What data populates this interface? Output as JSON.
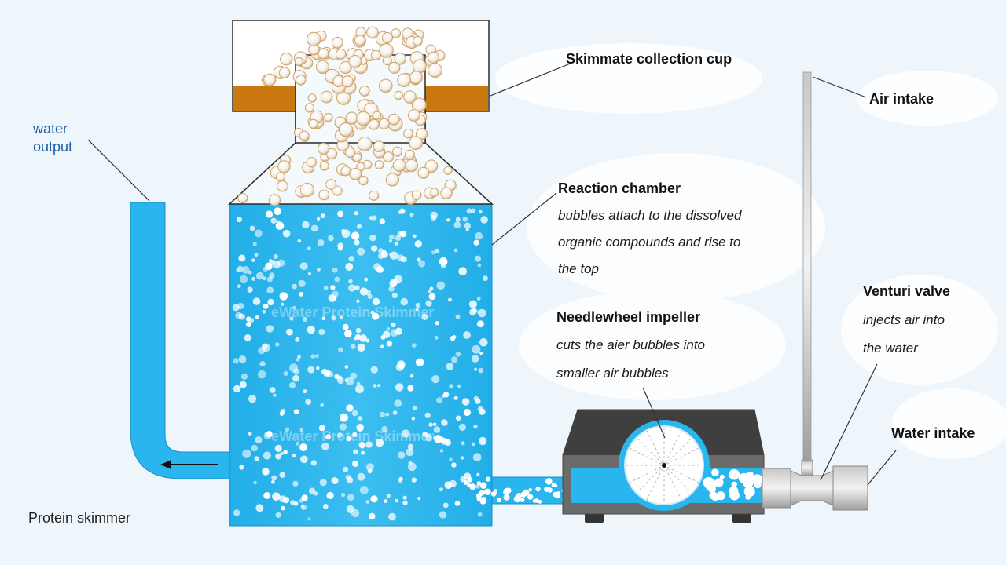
{
  "title": "Protein skimmer",
  "watermark": "eWater Protein Skimmer",
  "colors": {
    "water": "#29b6ee",
    "water_light": "#5cc8f2",
    "skimmate": "#c9790f",
    "pump_body": "#6c6c6c",
    "pump_top": "#3f3f3f",
    "leader": "#333333",
    "blue_text": "#1f5fa8"
  },
  "labels": {
    "water_output": [
      "water",
      "output"
    ],
    "skimmate_cup": "Skimmate collection cup",
    "air_intake": "Air intake",
    "reaction_chamber": {
      "title": "Reaction chamber",
      "desc": [
        "bubbles attach to the dissolved",
        "organic compounds and rise to",
        "the top"
      ]
    },
    "needlewheel": {
      "title": "Needlewheel impeller",
      "desc": [
        "cuts the aier bubbles into",
        "smaller air bubbles"
      ]
    },
    "venturi": {
      "title": "Venturi valve",
      "desc": [
        "injects air into",
        "the water"
      ]
    },
    "water_intake": "Water intake"
  }
}
